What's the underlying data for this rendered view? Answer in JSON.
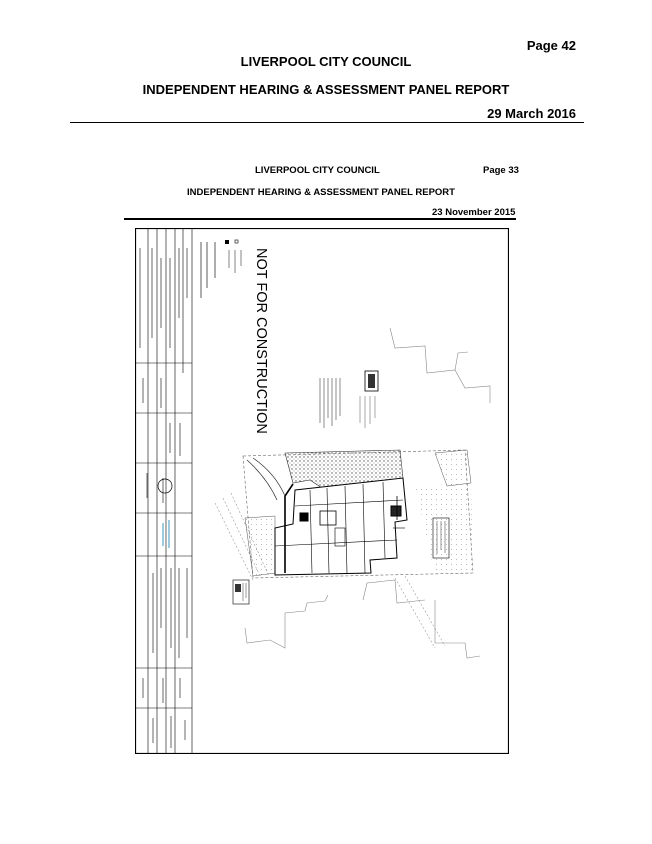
{
  "header": {
    "page": "Page 42",
    "council": "LIVERPOOL CITY COUNCIL",
    "panel": "INDEPENDENT HEARING & ASSESSMENT PANEL REPORT",
    "date": "29 March 2016"
  },
  "embedded_page": {
    "council": "LIVERPOOL CITY COUNCIL",
    "page": "Page 33",
    "panel": "INDEPENDENT HEARING & ASSESSMENT PANEL REPORT",
    "date": "23 November 2015"
  },
  "drawing": {
    "stamp": "NOT FOR CONSTRUCTION"
  }
}
